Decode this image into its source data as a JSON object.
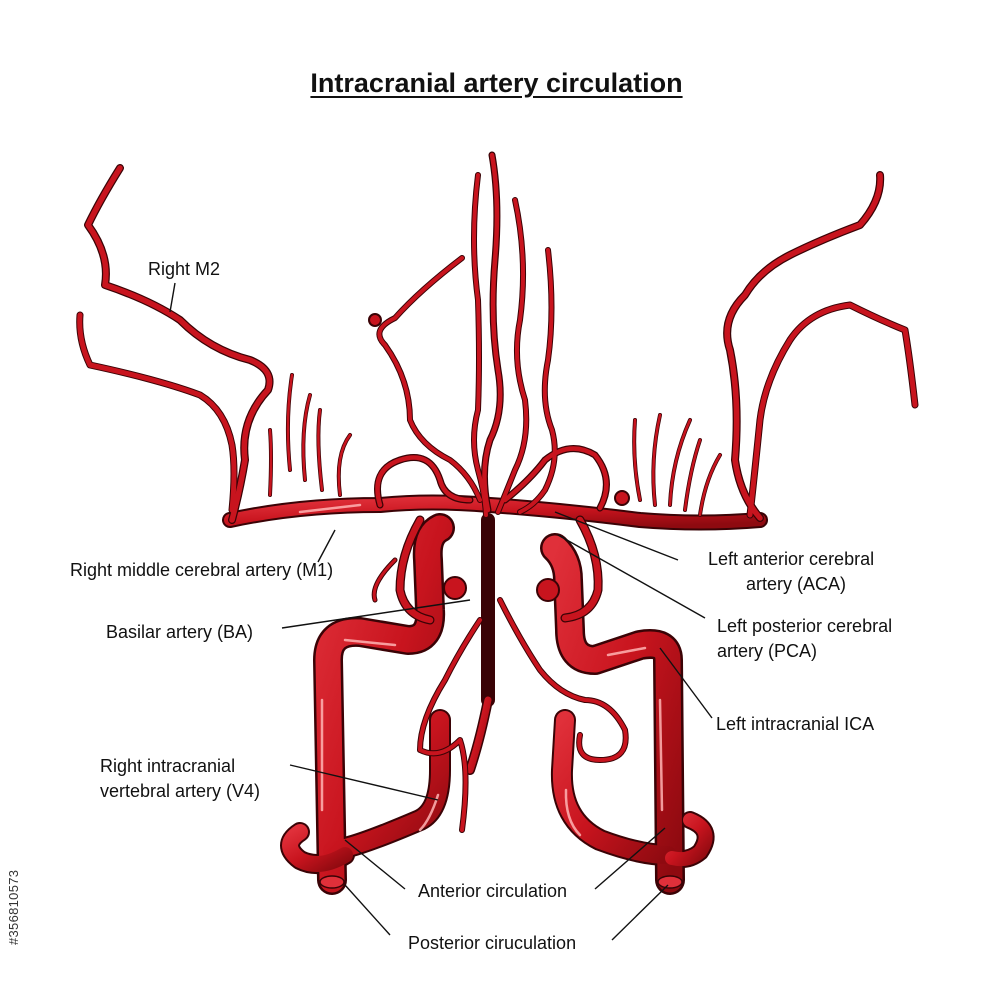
{
  "title": "Intracranial artery circulation",
  "labels": {
    "right_m2": "Right M2",
    "right_m1": "Right middle cerebral artery (M1)",
    "basilar": "Basilar artery (BA)",
    "right_v4_line1": "Right intracranial",
    "right_v4_line2": "vertebral artery (V4)",
    "anterior": "Anterior circulation",
    "posterior": "Posterior ciruculation",
    "left_aca_line1": "Left anterior cerebral",
    "left_aca_line2": "artery (ACA)",
    "left_pca_line1": "Left posterior cerebral",
    "left_pca_line2": "artery (PCA)",
    "left_ica": "Left intracranial ICA"
  },
  "side_text": "#356810573",
  "colors": {
    "vessel": "#c8141e",
    "vessel_dark": "#5a0508",
    "highlight": "#ff8a8a",
    "leader": "#111111"
  }
}
